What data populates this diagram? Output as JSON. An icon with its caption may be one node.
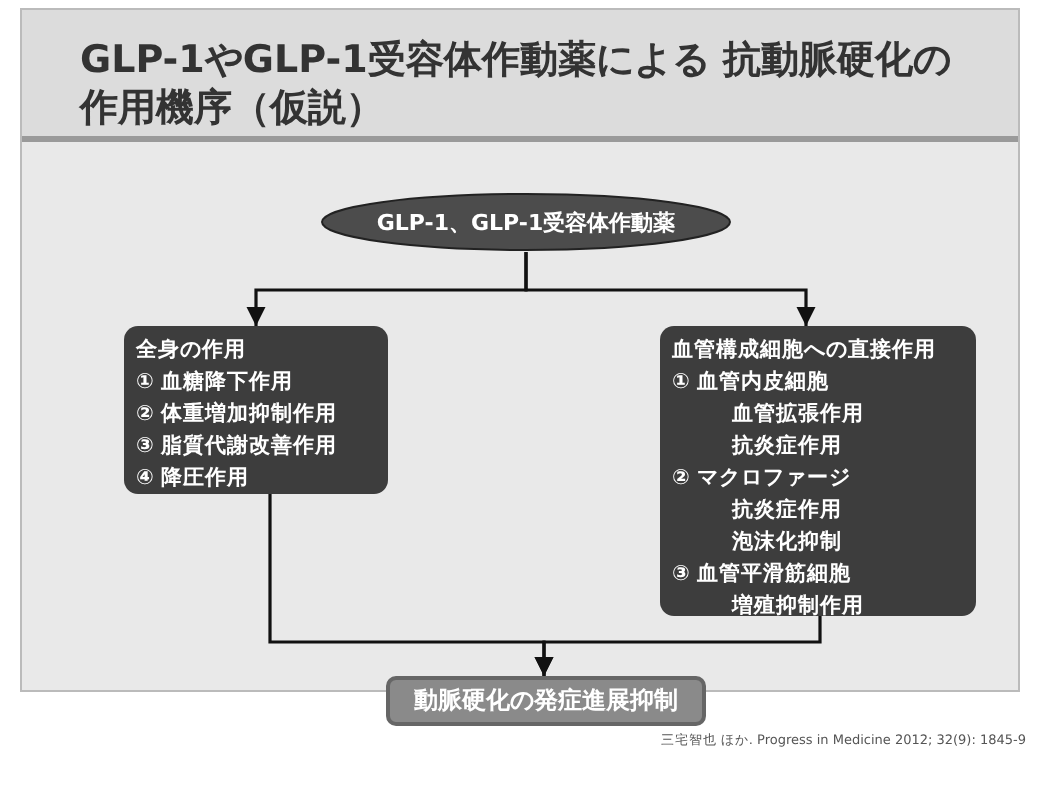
{
  "diagram": {
    "title": "GLP-1やGLP-1受容体作動薬による 抗動脈硬化の作用機序（仮説）",
    "nodes": [
      {
        "text": [
          "GLP-1、GLP-1受容体作動薬"
        ]
      },
      {
        "text": [
          "全身の作用",
          "① 血糖降下作用",
          "② 体重増加抑制作用",
          "③ 脂質代謝改善作用",
          "④ 降圧作用"
        ]
      },
      {
        "text": [
          "血管構成細胞への直接作用",
          "① 血管内皮細胞",
          "血管拡張作用",
          "抗炎症作用",
          "② マクロファージ",
          "抗炎症作用",
          "泡沫化抑制",
          "③ 血管平滑筋細胞",
          "増殖抑制作用"
        ]
      },
      {
        "text": [
          "動脈硬化の発症進展抑制"
        ]
      }
    ],
    "edges": [
      {
        "from": 0,
        "to": 1,
        "arrow": "to"
      },
      {
        "from": 0,
        "to": 2,
        "arrow": "to"
      },
      {
        "from": 1,
        "to": 3,
        "arrow": "to"
      },
      {
        "from": 2,
        "to": 3,
        "arrow": "to"
      }
    ],
    "labels": [
      "三宅智也 ほか. Progress in Medicine 2012; 32(9): 1845-9"
    ]
  }
}
